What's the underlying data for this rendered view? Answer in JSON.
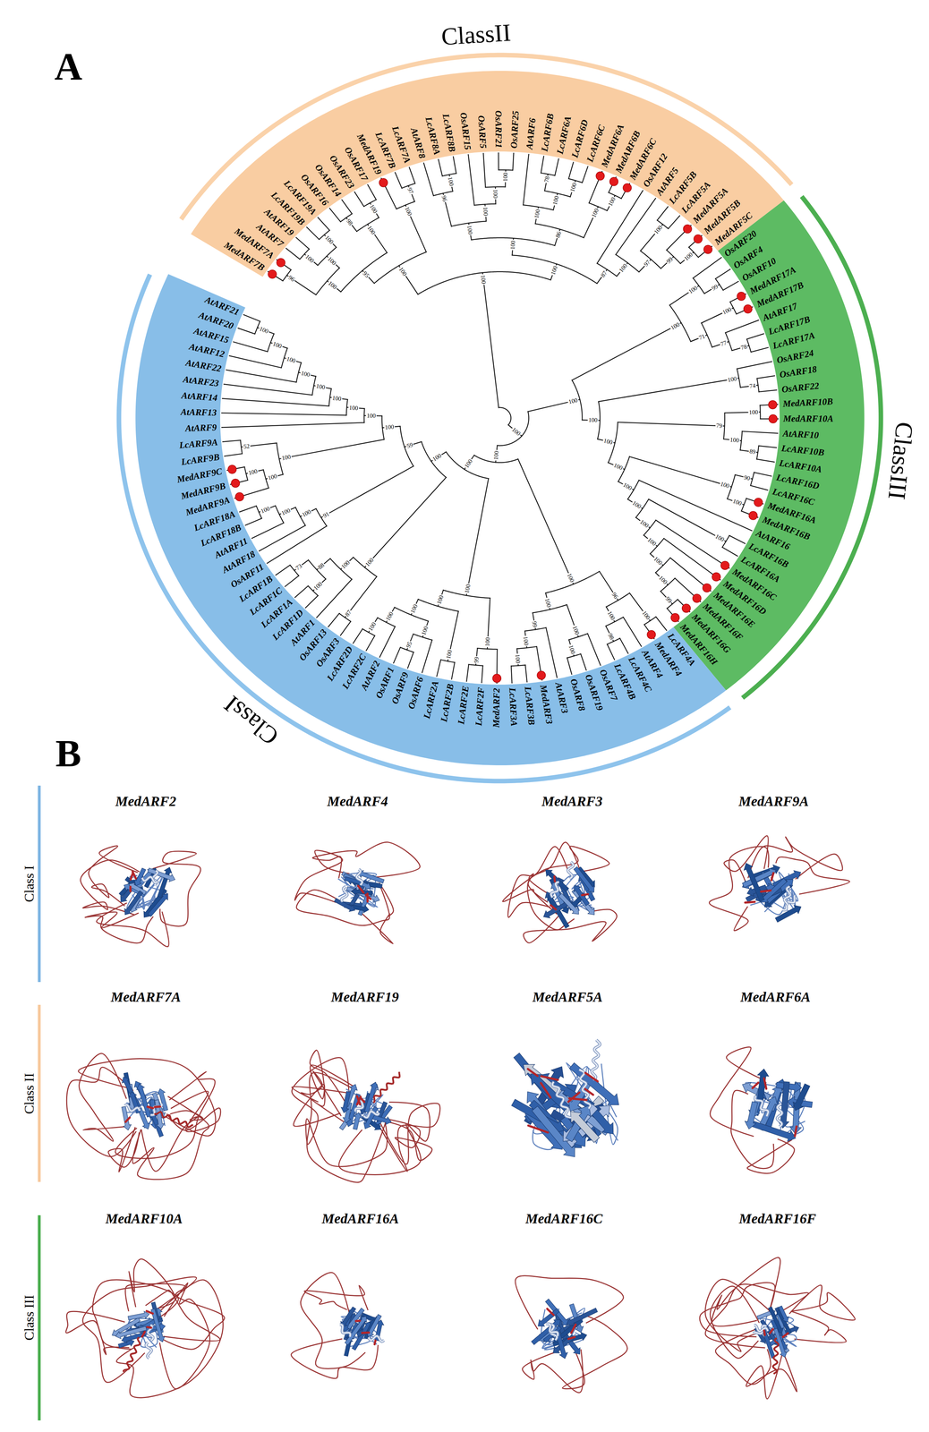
{
  "diagram": {
    "labels": [
      "A",
      "MedARF7B",
      "MedARF7A",
      "AtARF7",
      "AtARF19",
      "LcARF19B",
      "LcARF19A",
      "OsARF16",
      "OsARF14",
      "OsARF23",
      "OsARF17",
      "MedARF19",
      "LcARF7B",
      "LcARF7A",
      "AtARF8",
      "LcARF8A",
      "LcARF8B",
      "OsARF15",
      "OsARF5",
      "OsARF21",
      "OsARF25",
      "AtARF6",
      "LcARF6B",
      "LcARF6A",
      "LcARF6D",
      "LcARF6C",
      "MedARF6A",
      "MedARF6B",
      "MedARF6C",
      "OsARF12",
      "AtARF5",
      "LcARF5B",
      "LcARF5A",
      "MedARF5A",
      "MedARF5B",
      "MedARF5C",
      "OsARF20",
      "OsARF4",
      "OsARF10",
      "MedARF17A",
      "MedARF17B",
      "AtARF17",
      "LcARF17B",
      "LcARF17A",
      "OsARF24",
      "OsARF18",
      "OsARF22",
      "MedARF10B",
      "MedARF10A",
      "AtARF10",
      "LcARF10B",
      "LcARF10A",
      "LcARF16D",
      "LcARF16C",
      "MedARF16A",
      "MedARF16B",
      "AtARF16",
      "LcARF16B",
      "LcARF16A",
      "MedARF16C",
      "MedARF16D",
      "MedARF16E",
      "MedARF16F",
      "MedARF16G",
      "MedARF16H",
      "LcARF4A",
      "MedARF4",
      "AtARF4",
      "LcARF4C",
      "LcARF4B",
      "OsARF7",
      "OsARF19",
      "OsARF8",
      "AtARF3",
      "MedARF3",
      "LcARF3B",
      "LcARF3A",
      "MedARF2",
      "LcARF2F",
      "LcARF2E",
      "LcARF2B",
      "LcARF2A",
      "OsARF6",
      "OsARF9",
      "OsARF1",
      "AtARF2",
      "LcARF2C",
      "LcARF2D",
      "OsARF3",
      "OsARF13",
      "AtARF1",
      "LcARF1D",
      "LcARF1A",
      "LcARF1C",
      "LcARF1B",
      "OsARF11",
      "AtARF18",
      "AtARF11",
      "LcARF18B",
      "LcARF18A",
      "MedARF9A",
      "MedARF9B",
      "MedARF9C",
      "LcARF9B",
      "LcARF9A",
      "AtARF9",
      "AtARF13",
      "AtARF14",
      "AtARF23",
      "AtARF22",
      "AtARF12",
      "AtARF15",
      "AtARF20",
      "AtARF21",
      "ClassII",
      "ClassIII",
      "ClassI",
      "100",
      "100",
      "95",
      "100",
      "96",
      "100",
      "100",
      "100",
      "100",
      "98",
      "100",
      "100",
      "97",
      "100",
      "100",
      "100",
      "96",
      "100",
      "100",
      "100",
      "100",
      "86",
      "100",
      "100",
      "78",
      "100",
      "100",
      "100",
      "87",
      "100",
      "97",
      "100",
      "99",
      "100",
      "100",
      "100",
      "100",
      "100",
      "99",
      "71",
      "100",
      "77",
      "78",
      "100",
      "100",
      "74",
      "100",
      "79",
      "100",
      "100",
      "89",
      "100",
      "100",
      "90",
      "100",
      "100",
      "100",
      "100",
      "100",
      "100",
      "100",
      "100",
      "99",
      "100",
      "100",
      "96",
      "100",
      "100",
      "98",
      "100",
      "100",
      "100",
      "99",
      "100",
      "100",
      "100",
      "100",
      "100",
      "99",
      "100",
      "100",
      "100",
      "100",
      "95",
      "100",
      "100",
      "100",
      "100",
      "87",
      "100",
      "88",
      "100",
      "73",
      "59",
      "91",
      "100",
      "100",
      "100",
      "100",
      "100",
      "100",
      "100",
      "52",
      "100",
      "100",
      "100",
      "100",
      "100",
      "100",
      "100",
      "100",
      "B",
      "Class I",
      "Class II",
      "Class III",
      "MedARF2",
      "MedARF4",
      "MedARF3",
      "MedARF9A",
      "MedARF7A",
      "MedARF19",
      "MedARF5A",
      "MedARF6A",
      "MedARF10A",
      "MedARF16A",
      "MedARF16C",
      "MedARF16F"
    ]
  }
}
